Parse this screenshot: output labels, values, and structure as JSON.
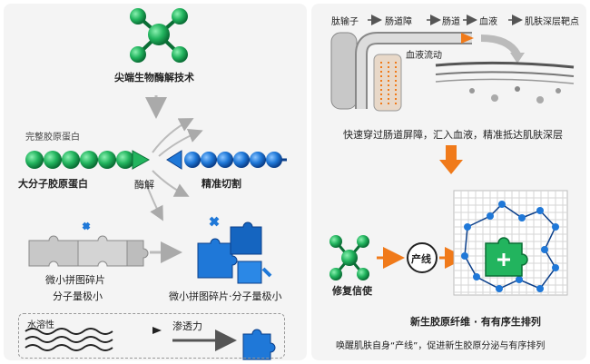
{
  "left": {
    "tech_label": "尖端生物酶解技术",
    "protein_top_label": "完整胶原蛋白",
    "big_protein_label": "大分子胶原蛋白",
    "enzyme_label": "酶解",
    "precise_cut_label": "精准切割",
    "puzzle_small_label": "微小拼图碎片",
    "small_mol_label": "分子量极小",
    "puzzle_right_label": "微小拼图碎片·分子量极小",
    "water_label": "水溶性",
    "permeability_label": "渗透力"
  },
  "right": {
    "flow_steps": [
      "肽输子",
      "肠道障",
      "肠道",
      "血液",
      "肌肤深层靶点"
    ],
    "blood_flow_label": "血液流动",
    "absorb_caption": "快速穿过肠道屏障，汇入血液，精准抵达肌肤深层",
    "repair_label": "修复信使",
    "produce_label": "产线",
    "fiber_title": "新生胶原纤维 · 有有序生排列",
    "fiber_caption": "唤醒肌肤自身“产线”，促进新生胶原分泌与有序排列"
  },
  "colors": {
    "green": "#1fa85a",
    "blue": "#1a6fd0",
    "orange": "#f07a1a",
    "gray": "#9a9a9a"
  }
}
